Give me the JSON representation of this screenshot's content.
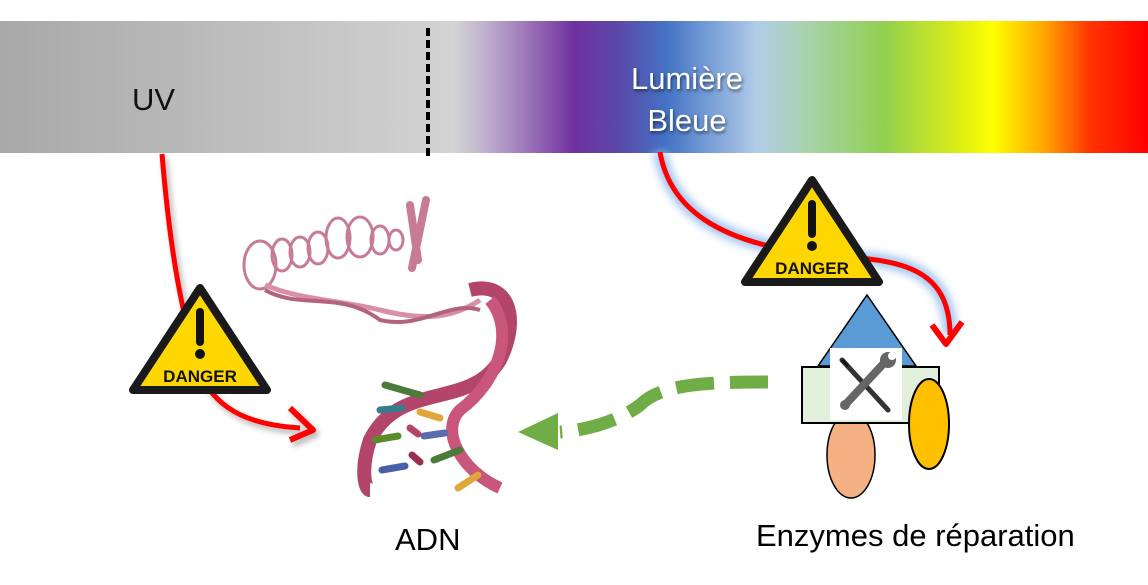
{
  "spectrum": {
    "uv_label": "UV",
    "blue_light_label_line1": "Lumière",
    "blue_light_label_line2": "Bleue",
    "colors": {
      "uv_gray_start": "#a8a8a8",
      "uv_gray_end": "#d4d4d4",
      "violet": "#7030a0",
      "blue": "#4472c4",
      "green": "#92d050",
      "yellow": "#ffff00",
      "red": "#ff0000"
    }
  },
  "warnings": [
    {
      "id": "uv-danger",
      "text": "DANGER",
      "color": "#ffd700"
    },
    {
      "id": "blue-danger",
      "text": "DANGER",
      "color": "#ffd700"
    }
  ],
  "arrows": {
    "uv_to_dna_color": "#ff0000",
    "blue_to_enzymes_color": "#ff0000",
    "glow_color": "#9dc3f0",
    "repair_arrow_color": "#70ad47"
  },
  "enzymes": {
    "triangle_color": "#5b9bd5",
    "rectangle_color": "#e2efda",
    "ellipse_left_color": "#f4b183",
    "ellipse_right_color": "#ffc000",
    "tools_icon": "wrench-screwdriver-icon"
  },
  "labels": {
    "dna": "ADN",
    "enzymes": "Enzymes de réparation"
  }
}
